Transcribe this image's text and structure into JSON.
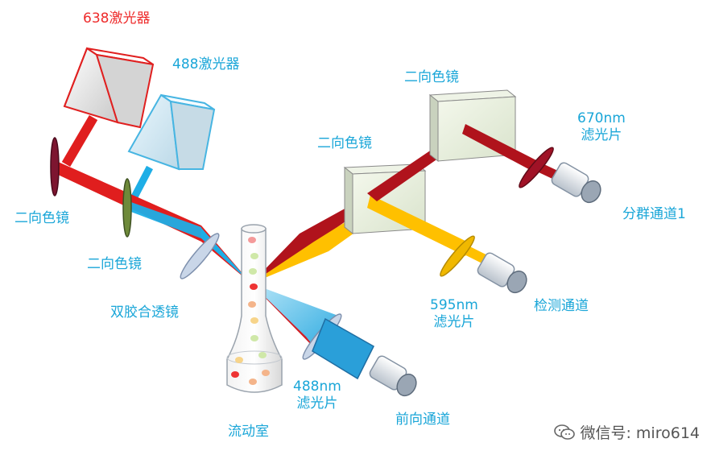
{
  "labels": {
    "laser_638": "638激光器",
    "laser_488": "488激光器",
    "dichroic_1": "二向色镜",
    "dichroic_2": "二向色镜",
    "lens": "双胶合透镜",
    "flow_cell": "流动室",
    "filter_488": {
      "line1": "488nm",
      "line2": "滤光片"
    },
    "forward_channel": "前向通道",
    "dichroic_3": "二向色镜",
    "dichroic_4": "二向色镜",
    "filter_670": {
      "line1": "670nm",
      "line2": "滤光片"
    },
    "sorting_channel": "分群通道1",
    "filter_595": {
      "line1": "595nm",
      "line2": "滤光片"
    },
    "detection_channel": "检测通道"
  },
  "watermark": {
    "text": "微信号: miro614",
    "icon": "wechat-icon"
  },
  "colors": {
    "red_beam": "#e01e1e",
    "blue_beam": "#1eaee6",
    "yellow_beam": "#ffc000",
    "dark_red_beam": "#b0131c",
    "label_blue": "#1aa6d8",
    "label_red": "#ee2b2b"
  }
}
